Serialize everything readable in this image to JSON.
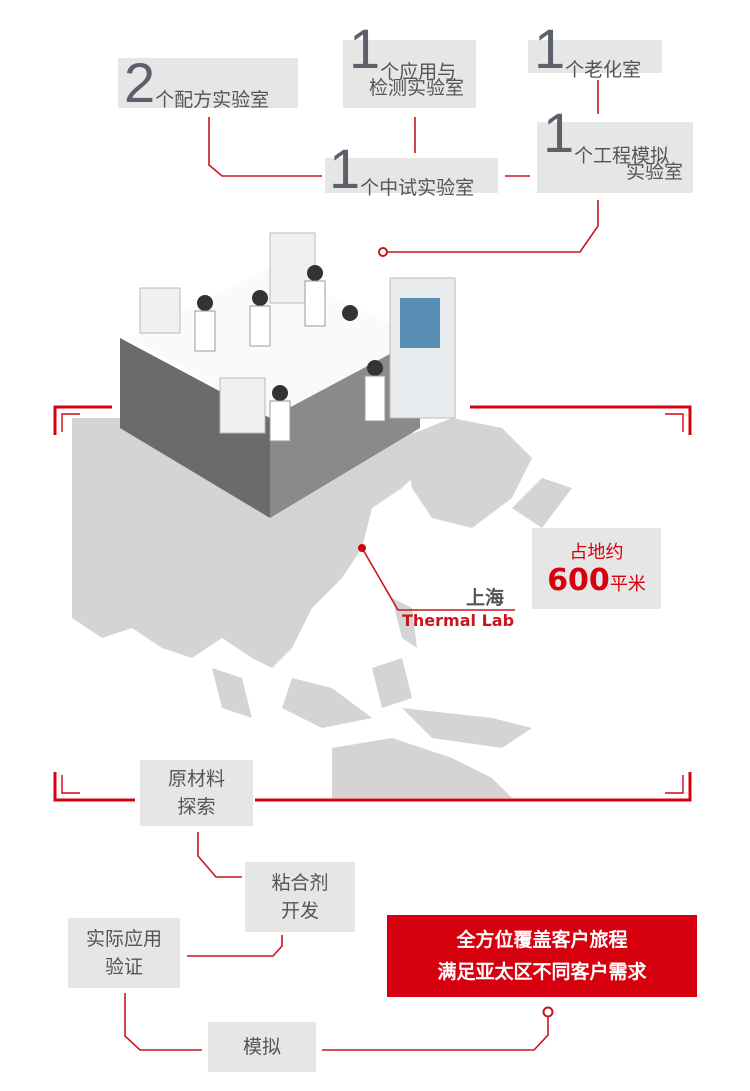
{
  "labs": [
    {
      "count": "2",
      "label": "个配方实验室"
    },
    {
      "count": "1",
      "label": "个应用与",
      "label2": "检测实验室"
    },
    {
      "count": "1",
      "label": "个老化室"
    },
    {
      "count": "1",
      "label": "个中试实验室"
    },
    {
      "count": "1",
      "label": "个工程模拟",
      "label2": "实验室"
    }
  ],
  "map": {
    "city": "上海",
    "lab_name": "Thermal Lab",
    "area_prefix": "占地约",
    "area_value": "600",
    "area_unit": "平米"
  },
  "process": [
    {
      "line1": "原材料",
      "line2": "探索"
    },
    {
      "line1": "粘合剂",
      "line2": "开发"
    },
    {
      "line1": "实际应用",
      "line2": "验证"
    },
    {
      "line1": "模拟"
    }
  ],
  "banner": {
    "line1": "全方位覆盖客户旅程",
    "line2": "满足亚太区不同客户需求"
  },
  "colors": {
    "accent": "#d7000f",
    "box": "#e6e6e6",
    "map": "#d3d3d3"
  }
}
